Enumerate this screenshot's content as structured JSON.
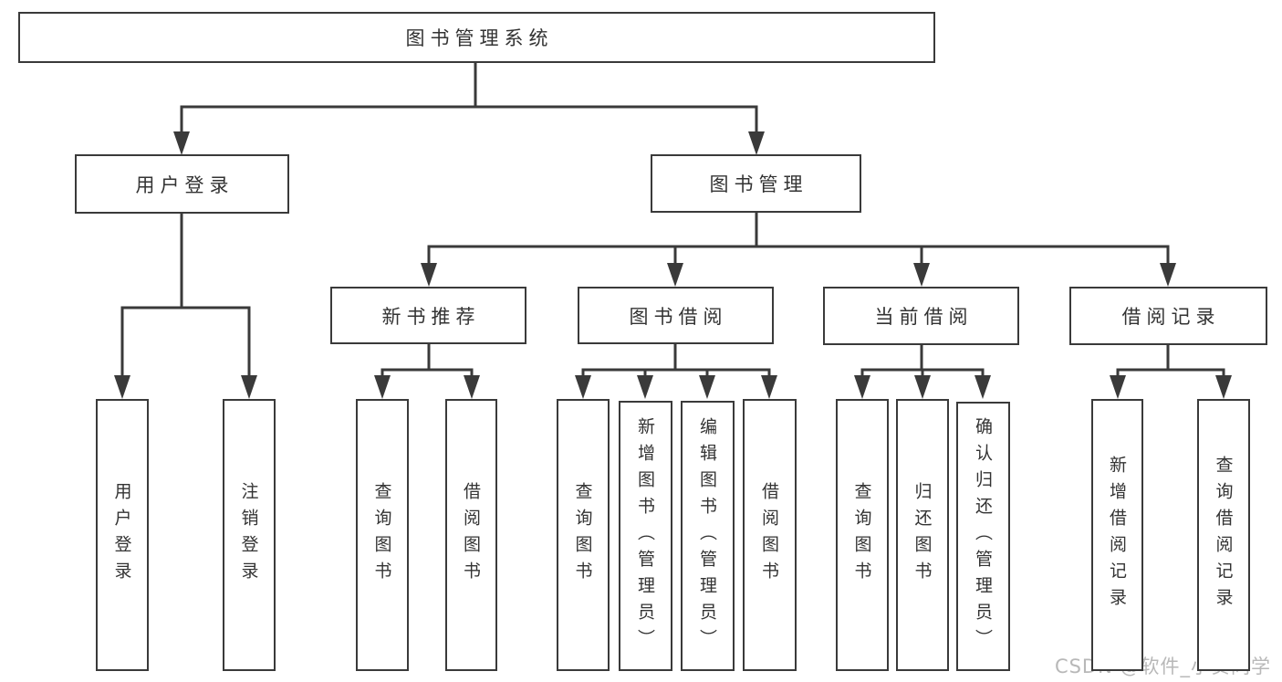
{
  "nodes": [
    {
      "id": "system-root",
      "label": "图书管理系统"
    },
    {
      "id": "user-login",
      "label": "用户登录"
    },
    {
      "id": "book-management",
      "label": "图书管理"
    },
    {
      "id": "user-login-action",
      "label": "用户登录"
    },
    {
      "id": "logout",
      "label": "注销登录"
    },
    {
      "id": "new-book-recommend",
      "label": "新书推荐"
    },
    {
      "id": "book-borrowing",
      "label": "图书借阅"
    },
    {
      "id": "current-borrowing",
      "label": "当前借阅"
    },
    {
      "id": "borrowing-records",
      "label": "借阅记录"
    },
    {
      "id": "query-books-recommend",
      "label": "查询图书"
    },
    {
      "id": "borrow-books-recommend",
      "label": "借阅图书"
    },
    {
      "id": "query-books-borrowing",
      "label": "查询图书"
    },
    {
      "id": "add-books-admin",
      "label": "新增图书（管理员）"
    },
    {
      "id": "edit-books-admin",
      "label": "编辑图书（管理员）"
    },
    {
      "id": "borrow-books-borrowing",
      "label": "借阅图书"
    },
    {
      "id": "query-books-current",
      "label": "查询图书"
    },
    {
      "id": "return-books",
      "label": "归还图书"
    },
    {
      "id": "confirm-return-admin",
      "label": "确认归还（管理员）"
    },
    {
      "id": "add-borrowing-record",
      "label": "新增借阅记录"
    },
    {
      "id": "query-borrowing-record",
      "label": "查询借阅记录"
    }
  ],
  "watermark": {
    "text": "CSDN @软件_小贺同学"
  },
  "colors": {
    "line": "#3a3a3a",
    "text": "#333333",
    "background": "#ffffff",
    "watermark": "#b8b8b8"
  }
}
